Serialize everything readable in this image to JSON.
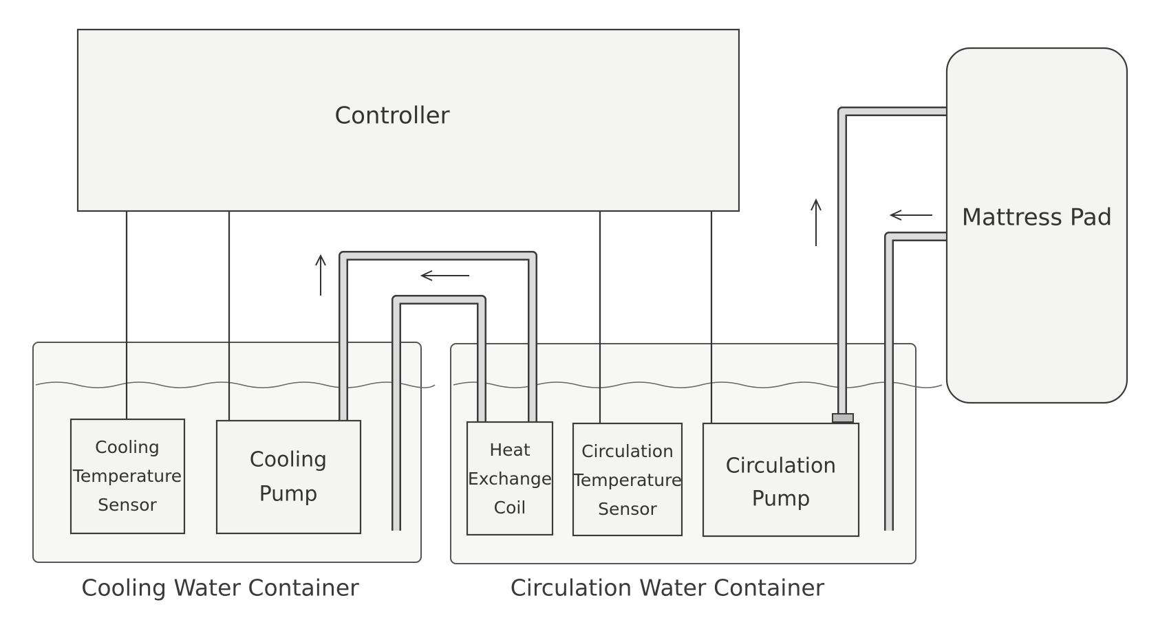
{
  "controller": {
    "label": "Controller"
  },
  "mattress_pad": {
    "label": "Mattress Pad"
  },
  "cooling_container": {
    "caption": "Cooling Water Container",
    "temperature_sensor": [
      "Cooling",
      "Temperature",
      "Sensor"
    ],
    "pump": [
      "Cooling",
      "Pump"
    ]
  },
  "circulation_container": {
    "caption": "Circulation Water Container",
    "heat_exchange_coil": [
      "Heat",
      "Exchange",
      "Coil"
    ],
    "temperature_sensor": [
      "Circulation",
      "Temperature",
      "Sensor"
    ],
    "pump": [
      "Circulation",
      "Pump"
    ]
  }
}
